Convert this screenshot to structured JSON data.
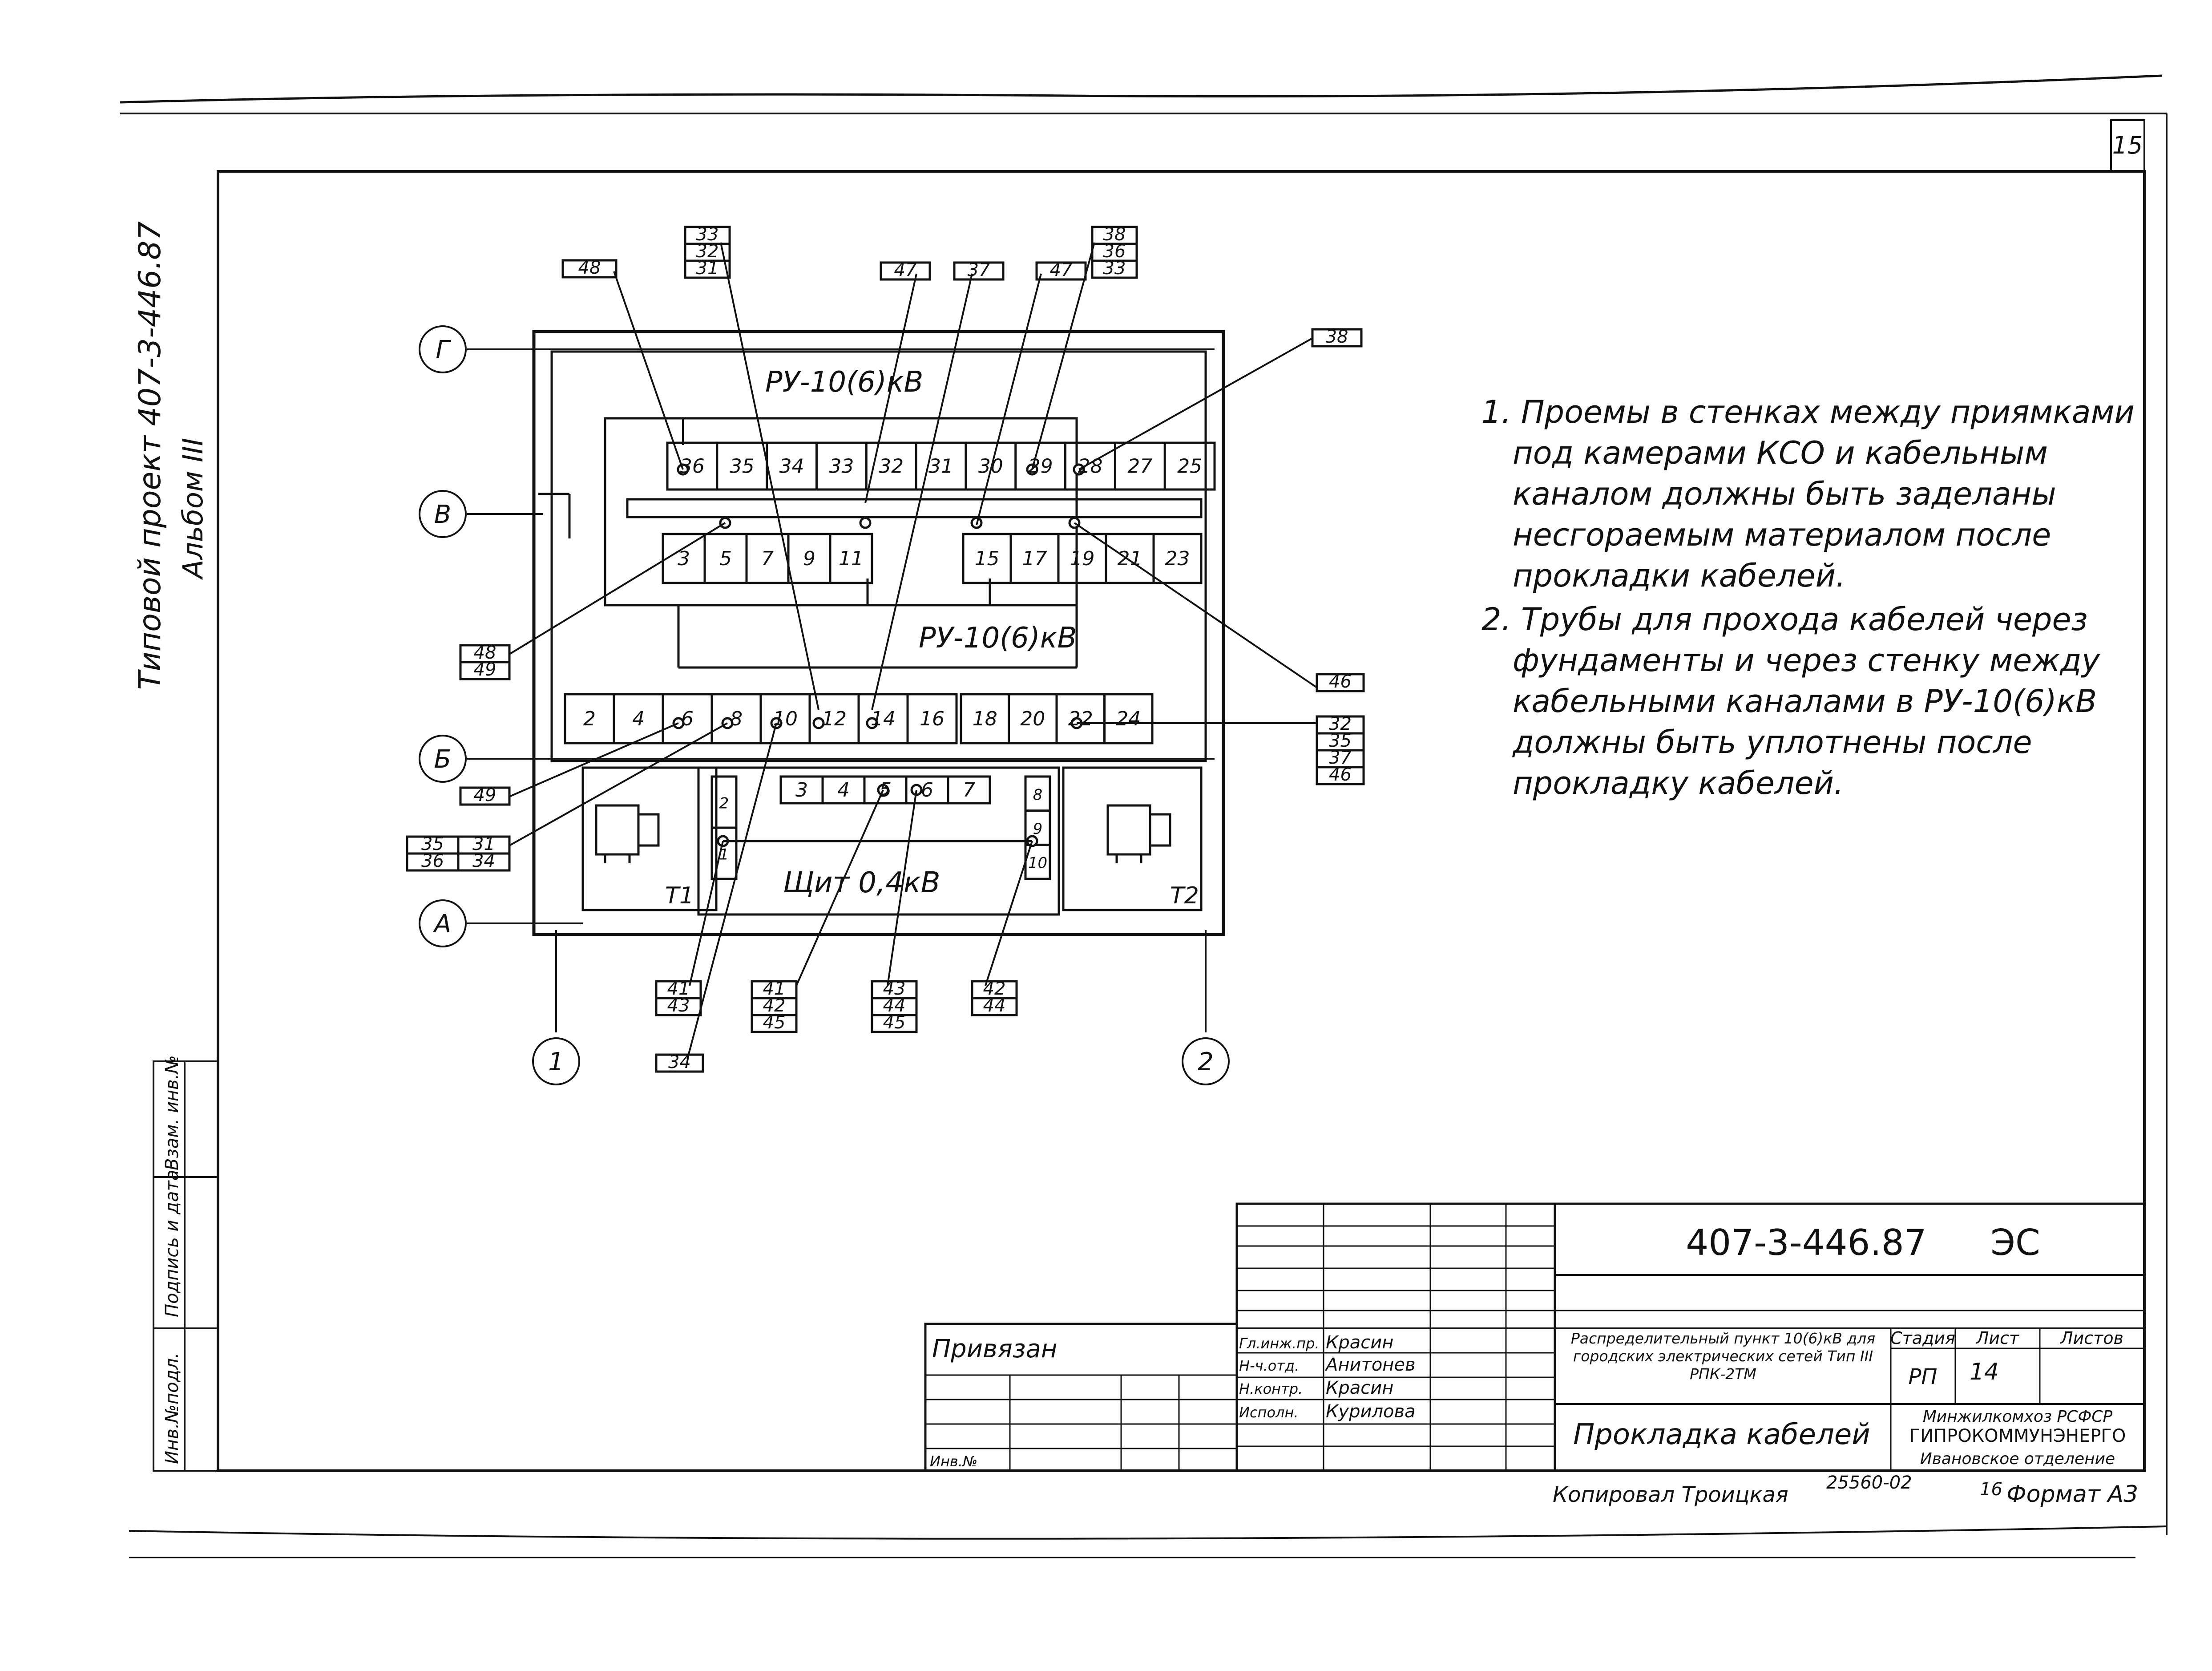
{
  "sheet_number": "15",
  "side_stamp": {
    "line1": "Типовой проект 407-3-446.87",
    "line2": "Альбом III"
  },
  "left_strip_labels": [
    "Инв.№подл.",
    "Подпись и дата",
    "Взам. инв.№"
  ],
  "axes": {
    "G": "Г",
    "V": "В",
    "B": "Б",
    "A": "А",
    "one": "1",
    "two": "2"
  },
  "rooms": {
    "ru_top": "РУ-10(6)кВ",
    "ru_mid": "РУ-10(6)кВ",
    "shield": "Щит 0,4кВ",
    "t1": "Т1",
    "t2": "Т2"
  },
  "cells": {
    "row_top": [
      "36",
      "35",
      "34",
      "33",
      "32",
      "31",
      "30",
      "29",
      "28",
      "27",
      "25"
    ],
    "row_mid_left": [
      "3",
      "5",
      "7",
      "9",
      "11"
    ],
    "row_mid_right": [
      "15",
      "17",
      "19",
      "21",
      "23"
    ],
    "row_bot_left": [
      "2",
      "4",
      "6",
      "8",
      "10",
      "12",
      "14",
      "16"
    ],
    "row_bot_right": [
      "18",
      "20",
      "22",
      "24"
    ],
    "row_shield": [
      "3",
      "4",
      "5",
      "6",
      "7"
    ],
    "shield_left": [
      "2",
      "1"
    ],
    "shield_right": [
      "8",
      "9",
      "10"
    ]
  },
  "tags": {
    "t48": [
      "48"
    ],
    "t33": [
      "33",
      "32",
      "31"
    ],
    "t47a": [
      "47"
    ],
    "t37": [
      "37"
    ],
    "t47b": [
      "47"
    ],
    "t38s": [
      "38",
      "36",
      "33"
    ],
    "t38": [
      "38"
    ],
    "t48_49": [
      "48",
      "49"
    ],
    "t46": [
      "46"
    ],
    "t32_46": [
      "32",
      "35",
      "37",
      "46"
    ],
    "t49": [
      "49"
    ],
    "t35": [
      "35",
      "31",
      "36",
      "34"
    ],
    "t41": [
      "41",
      "43"
    ],
    "t34": [
      "34"
    ],
    "t41_45": [
      "41",
      "42",
      "45"
    ],
    "t43_45": [
      "43",
      "44",
      "45"
    ],
    "t42_44": [
      "42",
      "44"
    ]
  },
  "notes": [
    "1. Проемы в стенках между приямками под камерами КСО и кабельным каналом должны быть заделаны несгораемым материалом после прокладки кабелей.",
    "2. Трубы для прохода кабелей через фундаменты и через стенку между кабельными каналами в РУ-10(6)кВ должны быть уплотнены после прокладку кабелей."
  ],
  "title_block": {
    "code": "407-3-446.87",
    "mark": "ЭС",
    "tied": "Привязан",
    "inv": "Инв.№",
    "roles": [
      "Гл.инж.пр.",
      "Н-ч.отд.",
      "Н.контр.",
      "Исполн."
    ],
    "names": [
      "Красин",
      "Анитонев",
      "Красин",
      "Курилова"
    ],
    "description": "Распределительный пункт 10(6)кВ для городских электрических сетей Тип III РПК-2ТМ",
    "stage_head": "Стадия",
    "sheet_head": "Лист",
    "sheets_head": "Листов",
    "stage": "РП",
    "sheet": "14",
    "drawing_title": "Прокладка кабелей",
    "org1": "Минжилкомхоз РСФСР",
    "org2": "ГИПРОКОММУНЭНЕРГО",
    "org3": "Ивановское отделение"
  },
  "footer": {
    "copied": "Копировал Троицкая",
    "order": "25560-02",
    "num": "16",
    "format": "Формат А3"
  }
}
